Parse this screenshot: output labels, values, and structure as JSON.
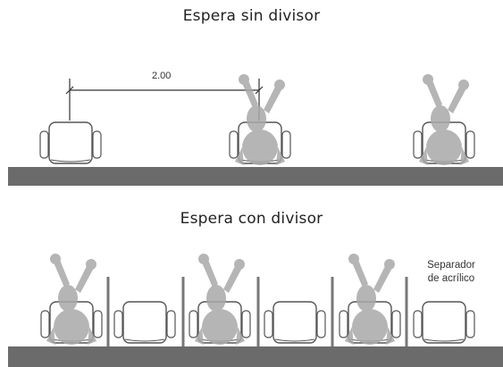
{
  "title_top": "Espera sin divisor",
  "title_bottom": "Espera con divisor",
  "dimension_label": "2.00",
  "separator_label_line1": "Separador",
  "separator_label_line2": "de acrílico",
  "colors": {
    "floor": "#6b6b6b",
    "chair_stroke": "#555555",
    "person": "#a9a9a9",
    "divider": "#777777"
  },
  "top_row": {
    "slots": [
      "empty-chair",
      "occupied-chair",
      "occupied-chair"
    ]
  },
  "bottom_row": {
    "slots": [
      "occupied-chair",
      "empty-chair",
      "occupied-chair",
      "empty-chair",
      "occupied-chair",
      "empty-chair"
    ],
    "dividers": 5
  }
}
